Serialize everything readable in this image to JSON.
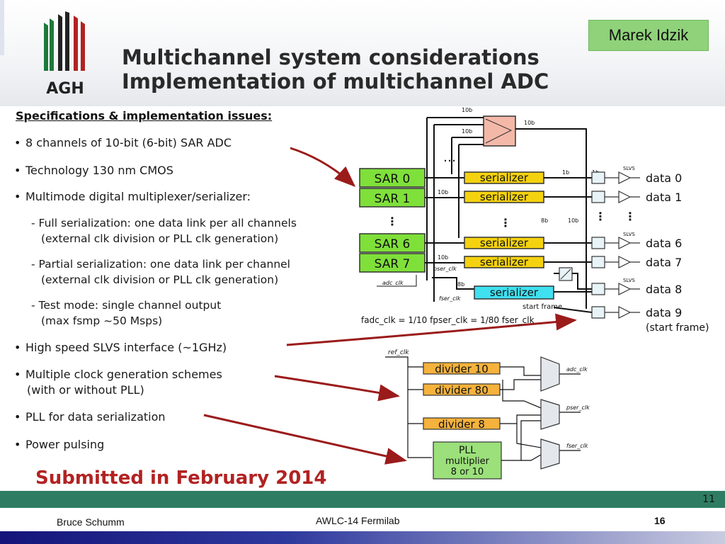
{
  "slide": {
    "title_line1": "Multichannel system considerations",
    "title_line2": "Implementation of multichannel ADC",
    "logo_text": "AGH",
    "author": "Marek Idzik",
    "spec_heading": "Specifications & implementation issues:",
    "bullets": [
      "8 channels of 10-bit (6-bit) SAR ADC",
      "Technology 130 nm CMOS",
      "Multimode digital multiplexer/serializer:",
      "High speed SLVS interface (~1GHz)",
      "Multiple clock generation schemes",
      "PLL for data serialization",
      "Power pulsing"
    ],
    "bullet_continuation": "(with or without PLL)",
    "sub_items": [
      {
        "line1": "- Full serialization:  one data link per all channels",
        "line2": "(external clk division or PLL clk generation)"
      },
      {
        "line1": "- Partial serialization: one data link per channel",
        "line2": "(external clk division or PLL clk generation)"
      },
      {
        "line1": "- Test mode: single channel output",
        "line2": "(max fsmp ~50 Msps)"
      }
    ],
    "submitted": "Submitted in February 2014",
    "slide_number": "11"
  },
  "diagram": {
    "sar_blocks": [
      "SAR 0",
      "SAR 1",
      "SAR 6",
      "SAR 7"
    ],
    "serializer_label": "serializer",
    "serializer_main_label": "serializer",
    "bus_labels": [
      "10b",
      "10b",
      "10b",
      "10b",
      "10b",
      "8b",
      "10b",
      "8b",
      "1b",
      "1b"
    ],
    "mux_out_label": "10b",
    "slvs_label": "SLVS",
    "data_outputs": [
      "data 0",
      "data 1",
      "data 6",
      "data 7",
      "data 8",
      "data 9"
    ],
    "start_frame_note": "(start frame)",
    "start_frame_label": "start frame",
    "signal_labels": [
      "adc_clk",
      "pser_clk",
      "fser_clk"
    ],
    "freq_formula": "fadc_clk = 1/10 fpser_clk = 1/80 fser_clk",
    "dots": "…",
    "clock": {
      "ref": "ref_clk",
      "dividers": [
        "divider 10",
        "divider 80",
        "divider 8"
      ],
      "pll": [
        "PLL",
        "multiplier",
        "8 or 10"
      ],
      "outputs": [
        "adc_clk",
        "pser_clk",
        "fser_clk"
      ]
    },
    "colors": {
      "sar_fill": "#7fe03a",
      "serializer_fill": "#f5d20f",
      "serializer_main_fill": "#3fe0f0",
      "mux_fill": "#f4b8a8",
      "divider_fill": "#f5b23c",
      "pll_fill": "#9be07a",
      "arrow": "#9b1b1b"
    }
  },
  "footer": {
    "left": "Bruce Schumm",
    "center": "AWLC-14 Fermilab",
    "page": "16"
  }
}
